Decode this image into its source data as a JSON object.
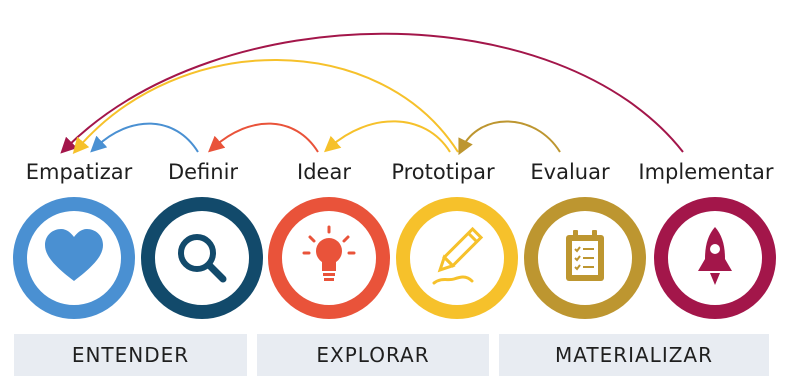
{
  "stages": [
    {
      "label": "Empatizar",
      "icon": "heart-icon",
      "color": "#4a90d2"
    },
    {
      "label": "Definir",
      "icon": "magnifier-icon",
      "color": "#124a6b"
    },
    {
      "label": "Idear",
      "icon": "lightbulb-icon",
      "color": "#e9533a"
    },
    {
      "label": "Prototipar",
      "icon": "pencil-icon",
      "color": "#f6c12b"
    },
    {
      "label": "Evaluar",
      "icon": "clipboard-icon",
      "color": "#bd9630"
    },
    {
      "label": "Implementar",
      "icon": "rocket-icon",
      "color": "#a3164a"
    }
  ],
  "groups": [
    {
      "label": "ENTENDER"
    },
    {
      "label": "EXPLORAR"
    },
    {
      "label": "MATERIALIZAR"
    }
  ],
  "arrows": [
    {
      "from": "Definir",
      "to": "Empatizar",
      "color": "#4a90d2"
    },
    {
      "from": "Idear",
      "to": "Definir",
      "color": "#e9533a"
    },
    {
      "from": "Prototipar",
      "to": "Idear",
      "color": "#f6c12b"
    },
    {
      "from": "Prototipar",
      "to": "Empatizar",
      "color": "#f6c12b"
    },
    {
      "from": "Evaluar",
      "to": "Prototipar",
      "color": "#bd9630"
    },
    {
      "from": "Implementar",
      "to": "Empatizar",
      "color": "#a3164a"
    }
  ]
}
